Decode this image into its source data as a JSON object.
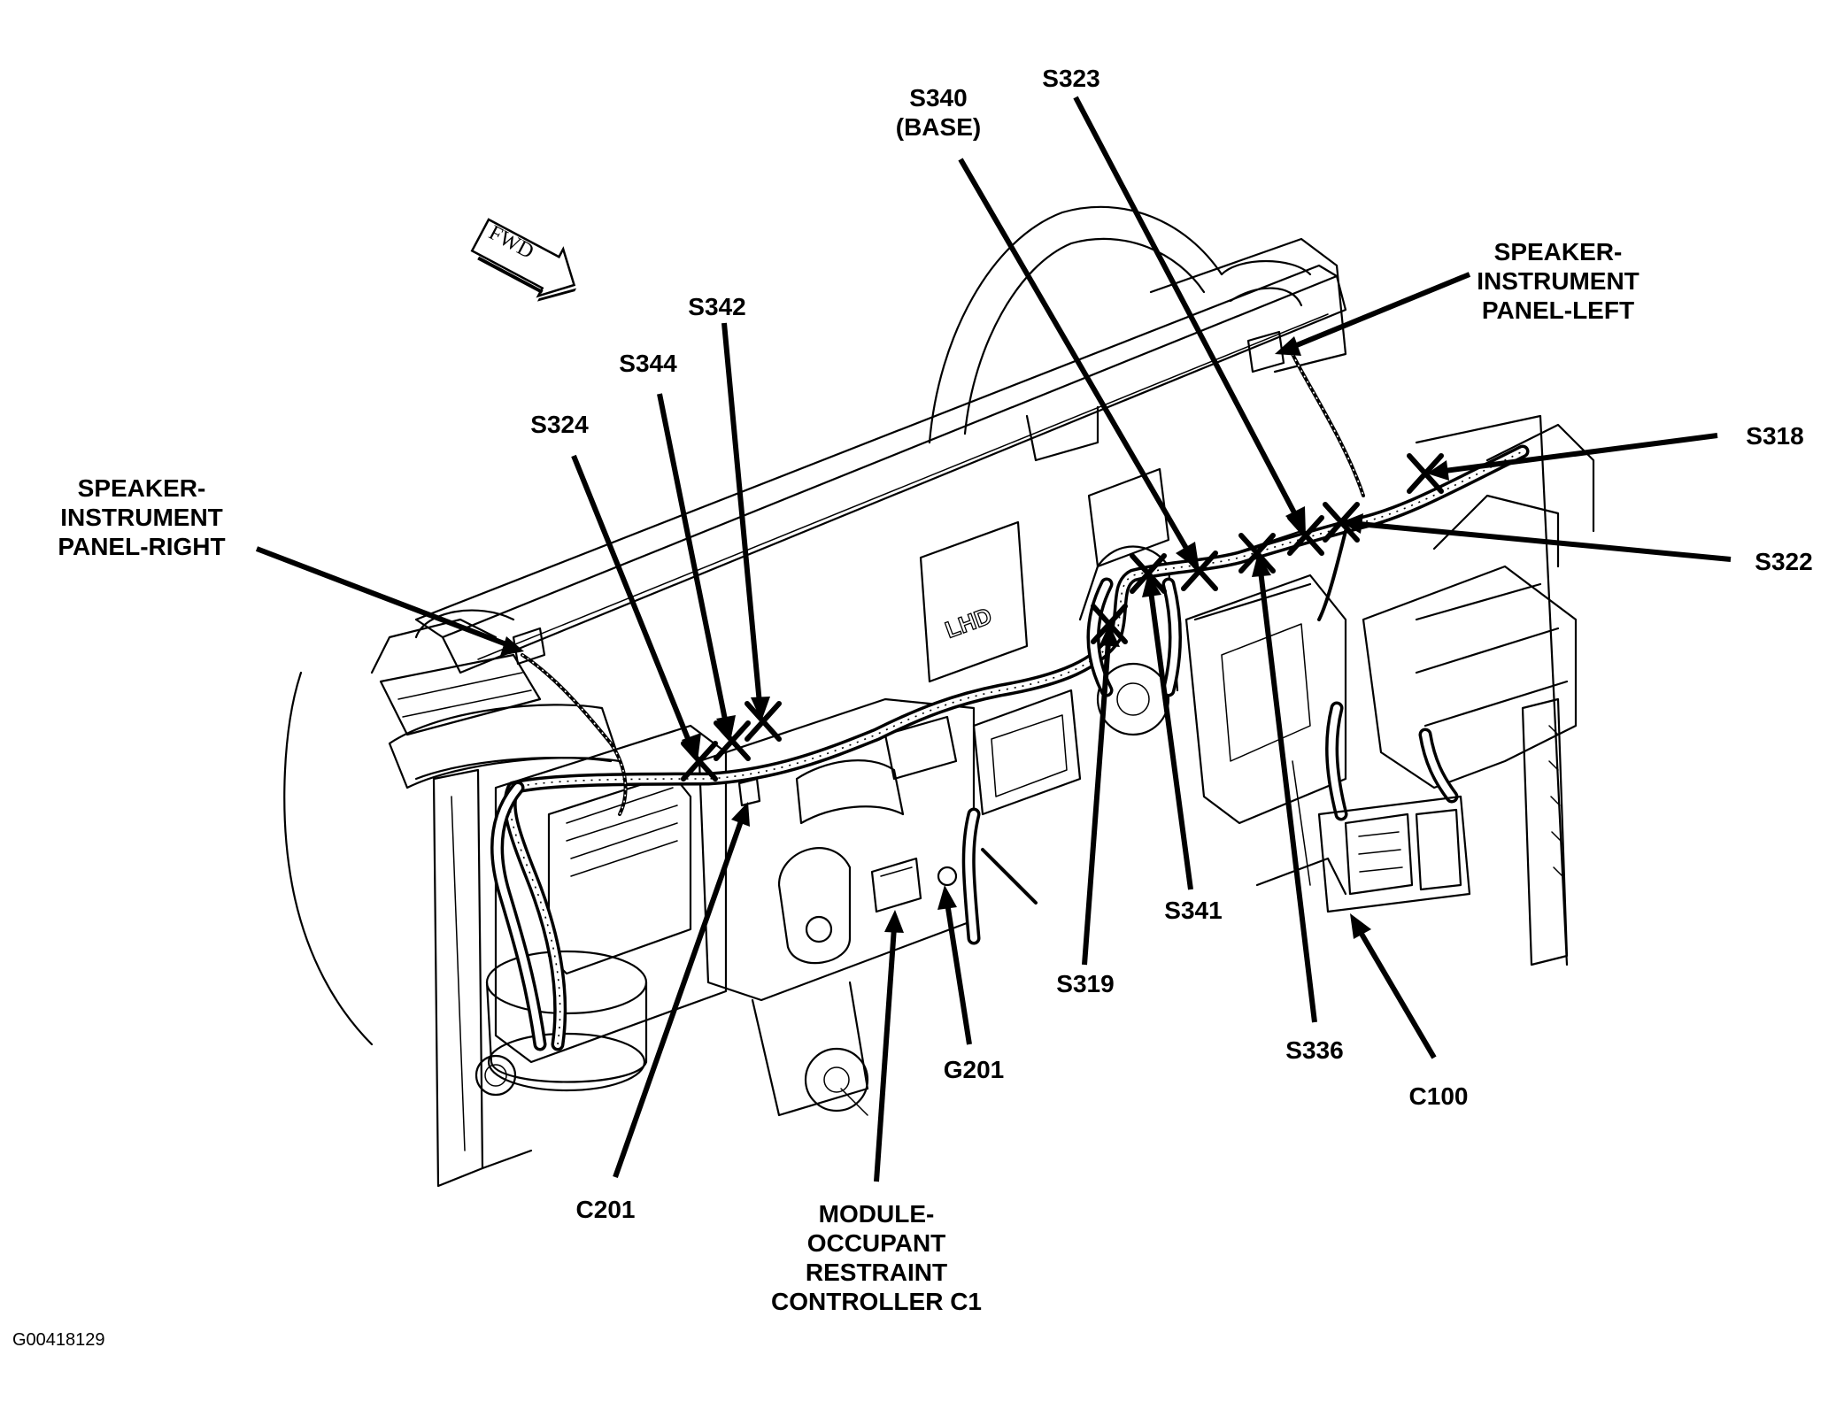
{
  "orientation": {
    "text": "FWD"
  },
  "figure_id": "G00418129",
  "labels": {
    "s340": "S340\n(BASE)",
    "s323": "S323",
    "speaker_left": "SPEAKER-\nINSTRUMENT\nPANEL-LEFT",
    "s342": "S342",
    "s344": "S344",
    "s324": "S324",
    "speaker_right": "SPEAKER-\nINSTRUMENT\nPANEL-RIGHT",
    "s318": "S318",
    "s322": "S322",
    "s341": "S341",
    "s319": "S319",
    "s336": "S336",
    "c100": "C100",
    "g201": "G201",
    "c201": "C201",
    "orc_module": "MODULE-\nOCCUPANT\nRESTRAINT\nCONTROLLER C1"
  },
  "part_markings": {
    "lhd": "LHD"
  }
}
